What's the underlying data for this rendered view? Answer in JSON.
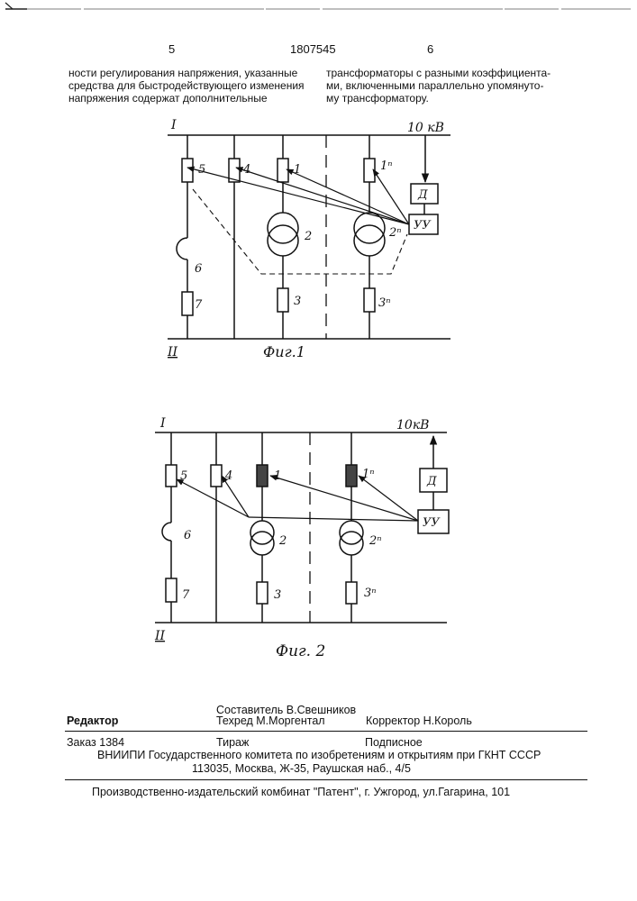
{
  "header": {
    "left_page": "5",
    "patent_number": "1807545",
    "right_page": "6"
  },
  "text": {
    "left_column": [
      "ности регулирования напряжения, указанные",
      "средства для быстродействующего изменения",
      "напряжения содержат дополнительные"
    ],
    "right_column": [
      "трансформаторы с разными коэффициента-",
      "ми, включенными параллельно упомянуто-",
      "му трансформатору."
    ]
  },
  "figure1": {
    "bus_top": "I",
    "bus_bottom": "II",
    "voltage": "10 кВ",
    "labels": [
      "5",
      "4",
      "1",
      "1ⁿ",
      "2",
      "2ⁿ",
      "6",
      "7",
      "3",
      "3ⁿ",
      "Д",
      "УУ"
    ],
    "caption": "Фиг.1"
  },
  "figure2": {
    "bus_top": "I",
    "bus_bottom": "II",
    "voltage": "10кВ",
    "labels": [
      "5",
      "4",
      "1",
      "1ⁿ",
      "Д",
      "УУ",
      "6",
      "2",
      "2ⁿ",
      "7",
      "3",
      "3ⁿ"
    ],
    "caption": "Фиг. 2"
  },
  "footer": {
    "editor_label": "Редактор",
    "compiler": "Составитель  В.Свешников",
    "techred": "Техред М.Моргентал",
    "corrector": "Корректор  Н.Король",
    "order": "Заказ  1384",
    "circulation": "Тираж",
    "subscription": "Подписное",
    "vniipi": "ВНИИПИ Государственного комитета по изобретениям и открытиям при ГКНТ СССР",
    "address": "113035, Москва, Ж-35, Раушская наб., 4/5",
    "publisher": "Производственно-издательский комбинат \"Патент\", г. Ужгород, ул.Гагарина, 101"
  }
}
